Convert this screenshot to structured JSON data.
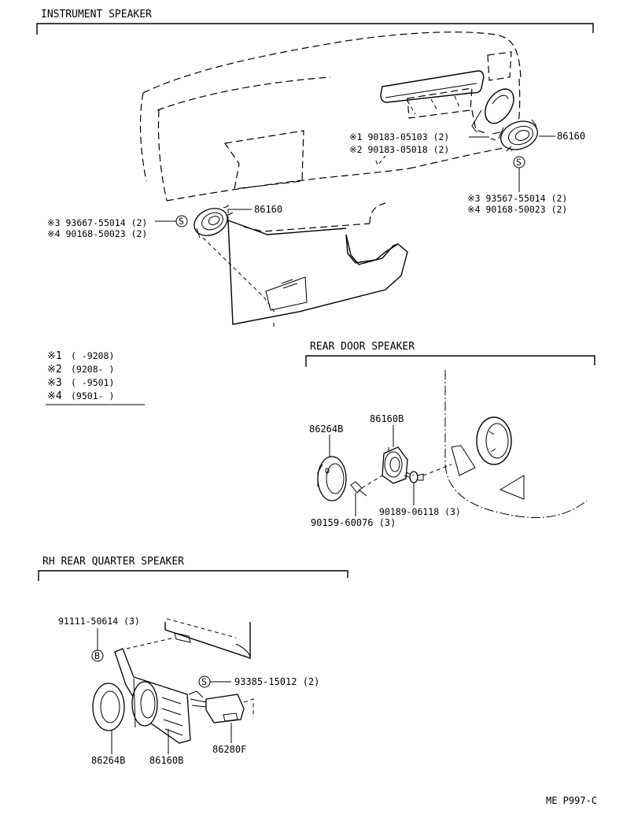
{
  "sections": {
    "instrument": {
      "title": "INSTRUMENT SPEAKER"
    },
    "rear_door": {
      "title": "REAR DOOR SPEAKER"
    },
    "rear_quarter": {
      "title": "RH REAR QUARTER SPEAKER"
    }
  },
  "instrument": {
    "right_speaker_part": "86160",
    "right_screw_1": "※1 90183-05103 (2)",
    "right_screw_2": "※2 90183-05018 (2)",
    "right_screw_3": "※3 93567-55014 (2)",
    "right_screw_4": "※4 90168-50023 (2)",
    "left_speaker_part": "86160",
    "left_screw_3": "※3 93667-55014 (2)",
    "left_screw_4": "※4 90168-50023 (2)",
    "screw_symbol": "S"
  },
  "legend": [
    {
      "key": "※1",
      "range": "(       -9208)"
    },
    {
      "key": "※2",
      "range": "(9208-       )"
    },
    {
      "key": "※3",
      "range": "(       -9501)"
    },
    {
      "key": "※4",
      "range": "(9501-       )"
    }
  ],
  "rear_door": {
    "grille_part": "86264B",
    "speaker_part": "86160B",
    "nut_part": "90189-06118 (3)",
    "screw_part": "90159-60076 (3)"
  },
  "rear_quarter": {
    "bolt_part": "91111-50614 (3)",
    "bolt_symbol": "B",
    "screw_part": "93385-15012 (2)",
    "screw_symbol": "S",
    "grille_part": "86264B",
    "speaker_part": "86160B",
    "amp_part": "86280F"
  },
  "footer": {
    "code": "ME  P997-C"
  }
}
